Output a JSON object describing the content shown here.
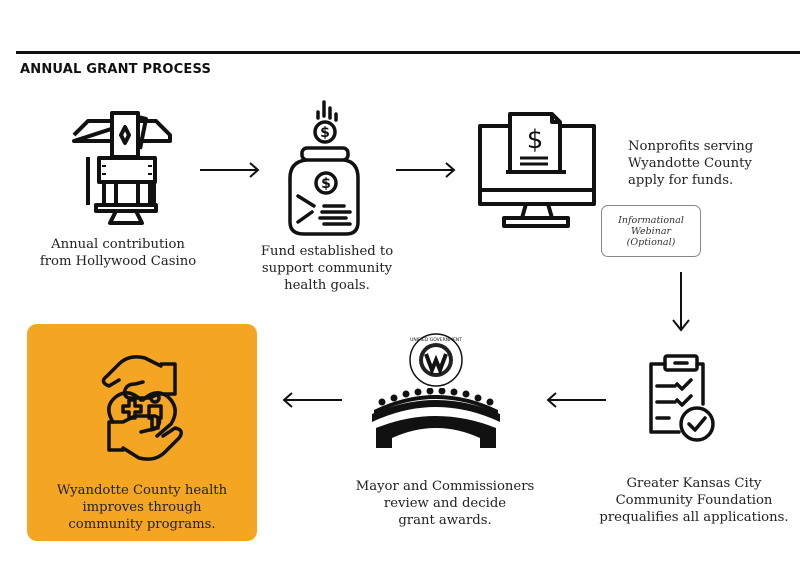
{
  "title": "ANNUAL GRANT PROCESS",
  "colors": {
    "accent": "#F4A522",
    "stroke": "#111111",
    "text": "#222222"
  },
  "steps": [
    {
      "icon": "casino-building-icon",
      "caption_lines": [
        "Annual contribution",
        "from Hollywood Casino"
      ]
    },
    {
      "icon": "money-jar-icon",
      "caption_lines": [
        "Fund established to",
        "support community",
        "health goals."
      ]
    },
    {
      "icon": "computer-application-icon",
      "caption_lines": [
        "Nonprofits serving",
        "Wyandotte County",
        "apply for funds."
      ]
    },
    {
      "icon": "clipboard-checklist-icon",
      "caption_lines": [
        "Greater Kansas City",
        "Community Foundation",
        "prequalifies all applications."
      ]
    },
    {
      "icon": "commission-table-icon",
      "caption_lines": [
        "Mayor and Commissioners",
        "review and decide",
        "grant awards."
      ]
    },
    {
      "icon": "hands-heart-health-icon",
      "caption_lines": [
        "Wyandotte County health",
        "improves through",
        "community programs."
      ]
    }
  ],
  "webinar": {
    "lines": [
      "Informational",
      "Webinar",
      "(Optional)"
    ]
  },
  "seal": {
    "text": "UNIFIED GOVERNMENT"
  }
}
